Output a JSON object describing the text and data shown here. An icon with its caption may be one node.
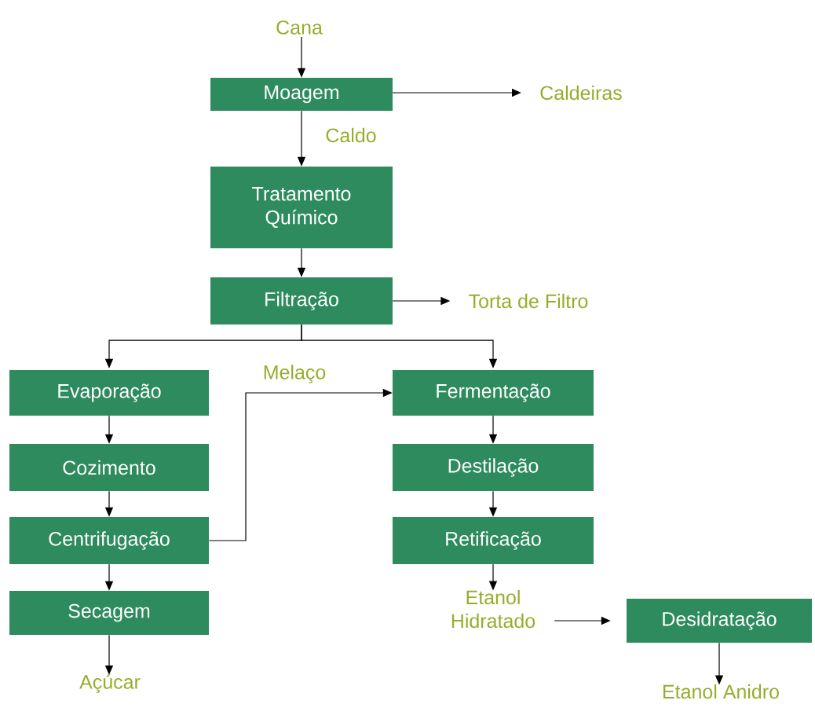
{
  "diagram": {
    "nodes": [
      {
        "text": [
          "Cana"
        ]
      },
      {
        "text": [
          "Moagem"
        ]
      },
      {
        "text": [
          "Caldeiras"
        ]
      },
      {
        "text": [
          "Tratamento Químico"
        ]
      },
      {
        "text": [
          "Filtração"
        ]
      },
      {
        "text": [
          "Torta de Filtro"
        ]
      },
      {
        "text": [
          "Evaporação"
        ]
      },
      {
        "text": [
          "Fermentação"
        ]
      },
      {
        "text": [
          "Cozimento"
        ]
      },
      {
        "text": [
          "Destilação"
        ]
      },
      {
        "text": [
          "Centrifugação"
        ]
      },
      {
        "text": [
          "Retificação"
        ]
      },
      {
        "text": [
          "Secagem"
        ]
      },
      {
        "text": [
          "Etanol Hidratado"
        ]
      },
      {
        "text": [
          "Desidratação"
        ]
      },
      {
        "text": [
          "Açúcar"
        ]
      },
      {
        "text": [
          "Etanol Anidro"
        ]
      }
    ],
    "edges": [
      {
        "from": 0,
        "to": 1,
        "arrow": "to"
      },
      {
        "from": 1,
        "to": 2,
        "arrow": "to"
      },
      {
        "from": 1,
        "to": 3,
        "arrow": "to",
        "label": "Caldo"
      },
      {
        "from": 3,
        "to": 4,
        "arrow": "to"
      },
      {
        "from": 4,
        "to": 5,
        "arrow": "to"
      },
      {
        "from": 4,
        "to": 6,
        "arrow": "to"
      },
      {
        "from": 4,
        "to": 7,
        "arrow": "to"
      },
      {
        "from": 6,
        "to": 8,
        "arrow": "to"
      },
      {
        "from": 8,
        "to": 10,
        "arrow": "to"
      },
      {
        "from": 10,
        "to": 12,
        "arrow": "to"
      },
      {
        "from": 12,
        "to": 15,
        "arrow": "to"
      },
      {
        "from": 10,
        "to": 7,
        "arrow": "to",
        "label": "Melaço"
      },
      {
        "from": 7,
        "to": 9,
        "arrow": "to"
      },
      {
        "from": 9,
        "to": 11,
        "arrow": "to"
      },
      {
        "from": 11,
        "to": 13,
        "arrow": "to"
      },
      {
        "from": 13,
        "to": 14,
        "arrow": "to"
      },
      {
        "from": 14,
        "to": 16,
        "arrow": "to"
      }
    ]
  }
}
